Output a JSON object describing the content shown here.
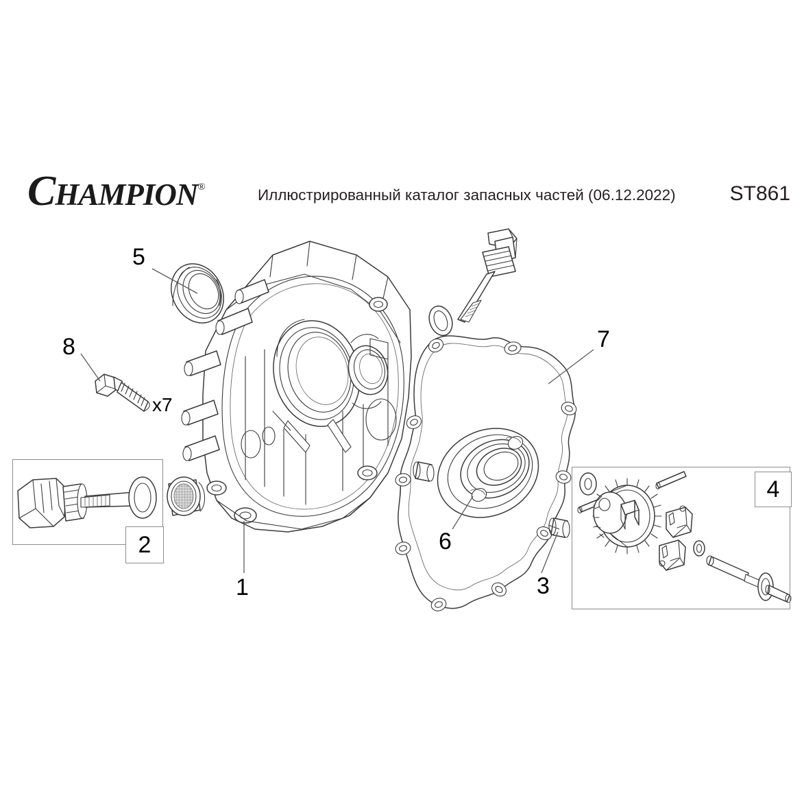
{
  "header": {
    "brand_lead": "C",
    "brand_rest": "HAMPION",
    "brand_reg": "®",
    "brand_full": "CHAMPION",
    "catalog_title": "Иллюстрированный каталог запасных частей (06.12.2022)",
    "model_code": "ST861"
  },
  "callouts": [
    {
      "id": "1",
      "label": "1",
      "part": "crankcase-cover"
    },
    {
      "id": "2",
      "label": "2",
      "part": "oil-dipstick-assembly"
    },
    {
      "id": "3",
      "label": "3",
      "part": "dowel-pin"
    },
    {
      "id": "4",
      "label": "4",
      "part": "governor-assembly"
    },
    {
      "id": "5",
      "label": "5",
      "part": "oil-seal"
    },
    {
      "id": "6",
      "label": "6",
      "part": "ball-bearing"
    },
    {
      "id": "7",
      "label": "7",
      "part": "crankcase-gasket"
    },
    {
      "id": "8",
      "label": "8",
      "part": "flange-bolt"
    }
  ],
  "quantities": {
    "bolt_qty": "x7"
  },
  "colors": {
    "line": "#3a3a3a",
    "line_light": "#8c8c8c",
    "text": "#231f20",
    "background": "#ffffff"
  }
}
